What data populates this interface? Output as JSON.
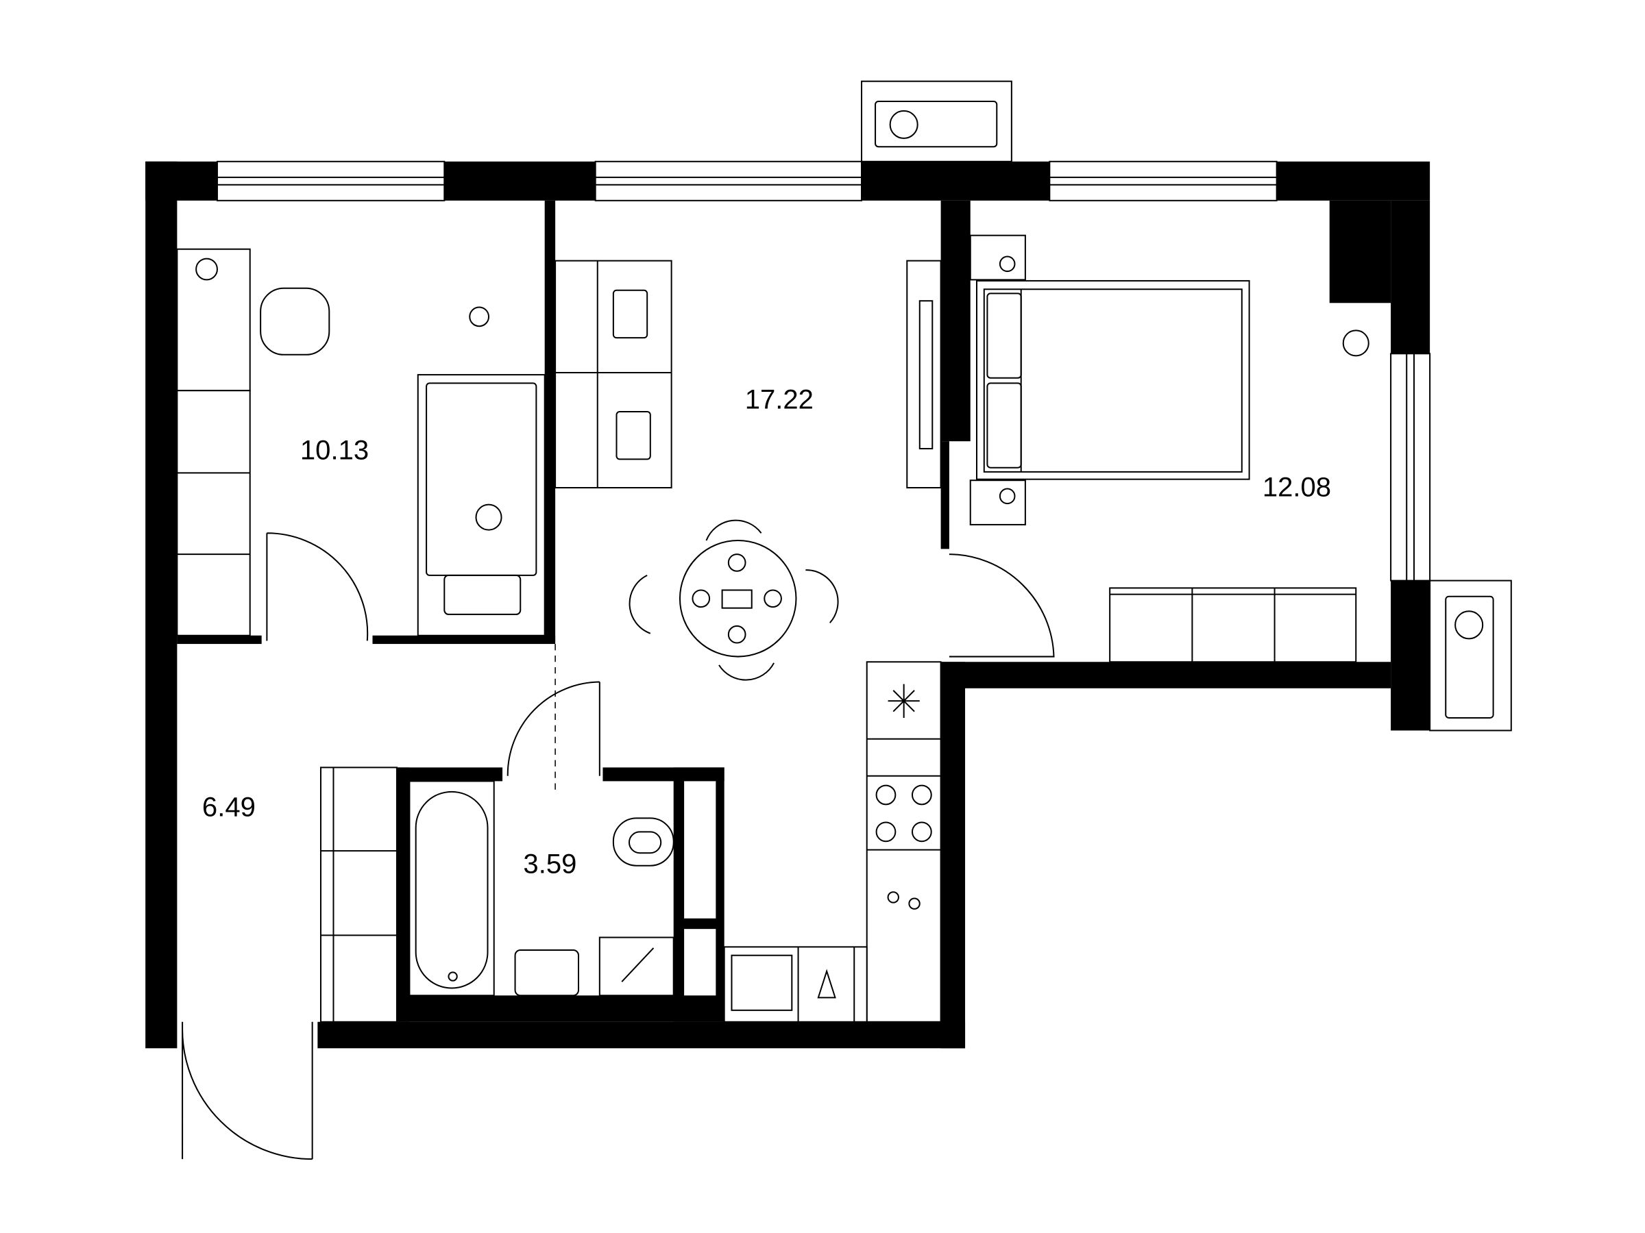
{
  "plan": {
    "rooms": [
      {
        "id": "kids-room",
        "area": "10.13"
      },
      {
        "id": "living-kitchen",
        "area": "17.22"
      },
      {
        "id": "bedroom",
        "area": "12.08"
      },
      {
        "id": "hallway",
        "area": "6.49"
      },
      {
        "id": "bathroom",
        "area": "3.59"
      }
    ]
  },
  "colors": {
    "wall": "#000000",
    "background": "#ffffff"
  }
}
